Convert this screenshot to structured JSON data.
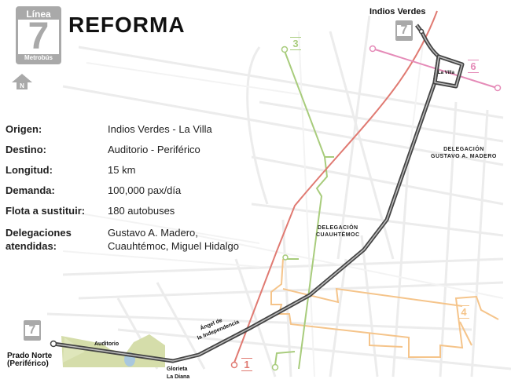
{
  "header": {
    "badge": {
      "top": "Línea",
      "number": "7",
      "bottom": "Metrobús"
    },
    "title": "REFORMA",
    "north_label": "N"
  },
  "info": {
    "rows": [
      {
        "label": "Origen:",
        "value": "Indios Verdes - La Villa"
      },
      {
        "label": "Destino:",
        "value": "Auditorio - Periférico"
      },
      {
        "label": "Longitud:",
        "value": "15 km"
      },
      {
        "label": "Demanda:",
        "value": "100,000 pax/día"
      },
      {
        "label": "Flota a sustituir:",
        "value": "180 autobuses"
      },
      {
        "label": "Delegaciones atendidas:",
        "value": "Gustavo A. Madero, Cuauhtémoc, Miguel Hidalgo"
      }
    ],
    "delegaciones_label_1": "Delegaciones",
    "delegaciones_label_2": "atendidas:",
    "delegaciones_value_1": "Gustavo A. Madero,",
    "delegaciones_value_2": "Cuauhtémoc, Miguel Hidalgo"
  },
  "map": {
    "stations": {
      "indios_verdes": "Indios Verdes",
      "la_villa": "La Villa",
      "prado_norte_1": "Prado Norte",
      "prado_norte_2": "(Periférico)",
      "auditorio": "Auditorio",
      "angel_1": "Ángel de",
      "angel_2": "la Independencia",
      "glorieta_1": "Glorieta",
      "glorieta_2": "La Diana"
    },
    "districts": {
      "gam_1": "DELEGACIÓN",
      "gam_2": "GUSTAVO A. MADERO",
      "cuau_1": "DELEGACIÓN",
      "cuau_2": "CUAUHTÉMOC"
    },
    "lines": [
      {
        "number": "1",
        "color": "#e07a72"
      },
      {
        "number": "3",
        "color": "#a8cc7c"
      },
      {
        "number": "4",
        "color": "#f5c48a"
      },
      {
        "number": "6",
        "color": "#e58bb8"
      },
      {
        "number": "7",
        "color": "#555555"
      }
    ],
    "small_badge_number": "7",
    "park_color": "#d5ddaa",
    "water_color": "#a9c8de"
  }
}
